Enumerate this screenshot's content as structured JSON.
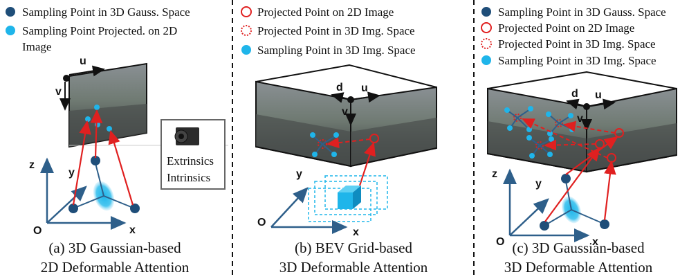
{
  "panels": [
    {
      "legend": [
        {
          "text": "Sampling Point in 3D Gauss. Space",
          "marker": "dark-blue-dot"
        },
        {
          "text": "Sampling Point Projected. on 2D",
          "marker": "cyan-dot"
        },
        {
          "text": "Image",
          "marker": "none"
        }
      ],
      "caption_line1": "(a) 3D Gaussian-based",
      "caption_line2": "2D Deformable Attention",
      "axes": {
        "x": "x",
        "y": "y",
        "z": "z",
        "origin": "O"
      },
      "image_axes": {
        "u": "u",
        "v": "v"
      },
      "camera_box": {
        "line1": "Extrinsics",
        "line2": "Intrinsics"
      }
    },
    {
      "legend": [
        {
          "text": "Projected Point on 2D Image",
          "marker": "red-ring"
        },
        {
          "text": "Projected Point in 3D Img. Space",
          "marker": "red-dashed-ring"
        },
        {
          "text": "Sampling Point in 3D Img. Space",
          "marker": "cyan-dot"
        }
      ],
      "caption_line1": "(b) BEV Grid-based",
      "caption_line2": "3D Deformable Attention",
      "axes": {
        "x": "x",
        "y": "y",
        "origin": "O"
      },
      "image_axes": {
        "u": "u",
        "v": "v",
        "d": "d"
      }
    },
    {
      "legend": [
        {
          "text": "Sampling Point in 3D Gauss. Space",
          "marker": "dark-blue-dot"
        },
        {
          "text": "Projected Point on 2D Image",
          "marker": "red-ring"
        },
        {
          "text": "Projected Point in 3D Img. Space",
          "marker": "red-dashed-ring"
        },
        {
          "text": "Sampling Point in 3D Img. Space",
          "marker": "cyan-dot"
        }
      ],
      "caption_line1": "(c) 3D Gaussian-based",
      "caption_line2": "3D Deformable Attention",
      "axes": {
        "x": "x",
        "y": "y",
        "z": "z",
        "origin": "O"
      },
      "image_axes": {
        "u": "u",
        "v": "v",
        "d": "d"
      }
    }
  ],
  "colors": {
    "dark_blue": "#1f4e79",
    "cyan": "#1fb5ea",
    "red": "#e02020",
    "axis_blue": "#2e5f8a"
  }
}
